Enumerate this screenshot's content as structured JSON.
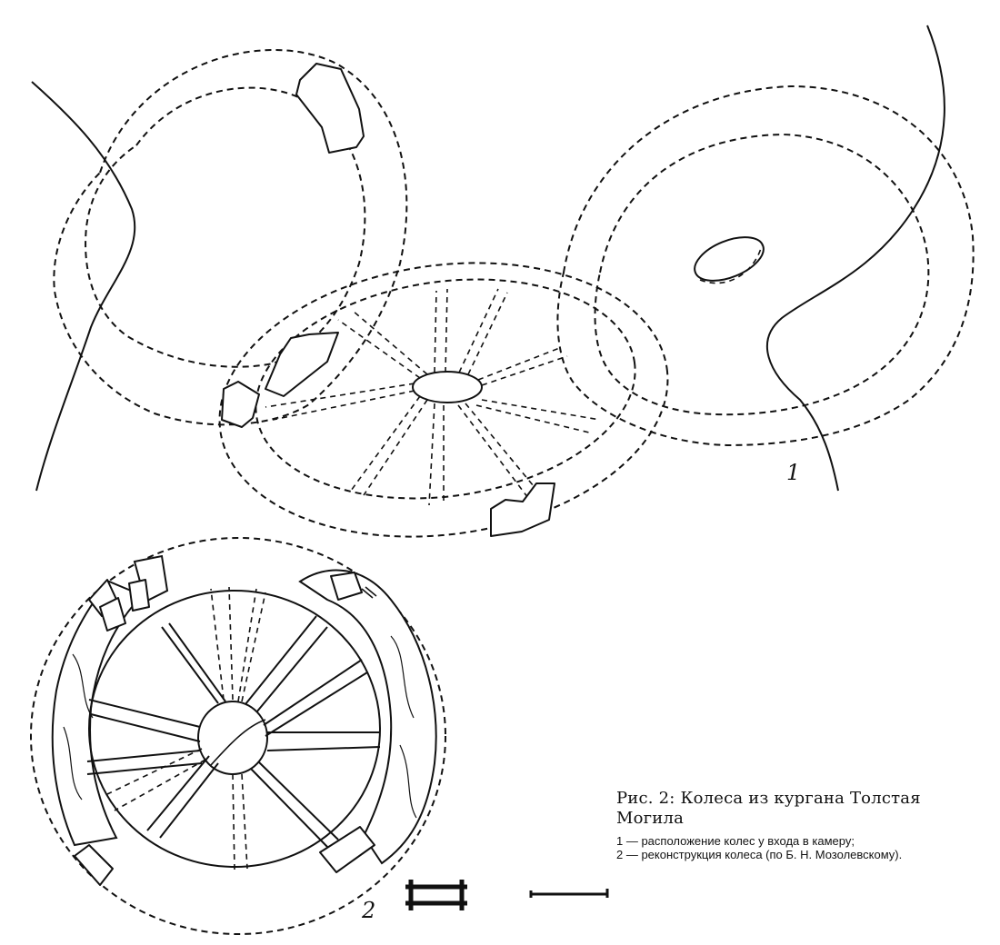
{
  "figure": {
    "label_1": "1",
    "label_2": "2"
  },
  "caption": {
    "title": "Рис. 2: Колеса из кургана Толстая Могила",
    "line1": "1 — расположение колес у входа в камеру;",
    "line2": "2 — реконструкция колеса (по Б. Н. Мозолевскому)."
  },
  "colors": {
    "ink": "#111111",
    "paper": "#ffffff"
  }
}
